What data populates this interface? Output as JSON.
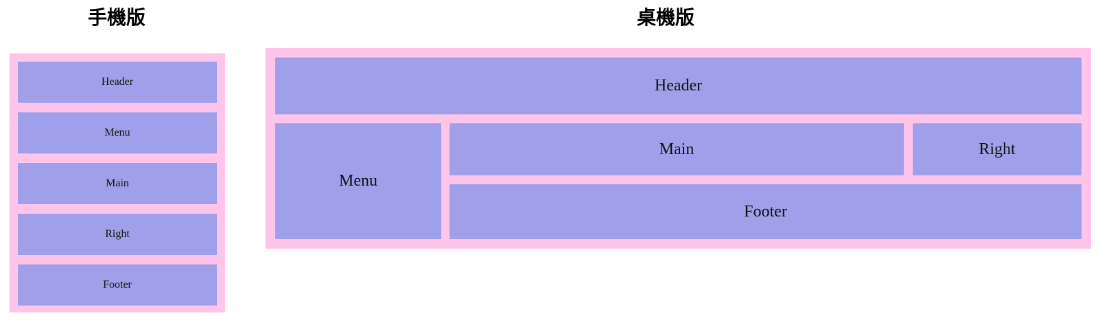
{
  "page": {
    "background_color": "#ffffff",
    "block_color": "#a0a0ea",
    "container_color": "#ffc4ea",
    "text_color": "#111111"
  },
  "sections": {
    "mobile": {
      "title": "手機版",
      "blocks": [
        {
          "label": "Header"
        },
        {
          "label": "Menu"
        },
        {
          "label": "Main"
        },
        {
          "label": "Right"
        },
        {
          "label": "Footer"
        }
      ]
    },
    "desktop": {
      "title": "桌機版",
      "blocks": [
        {
          "label": "Header"
        },
        {
          "label": "Menu"
        },
        {
          "label": "Main"
        },
        {
          "label": "Right"
        },
        {
          "label": "Footer"
        }
      ]
    }
  }
}
